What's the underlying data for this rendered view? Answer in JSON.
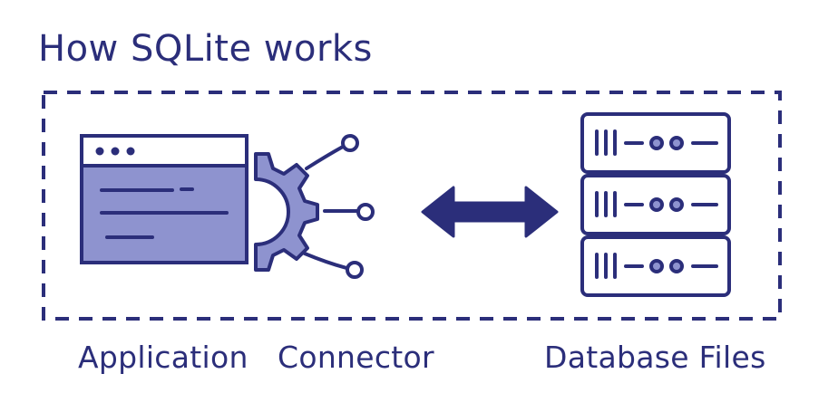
{
  "title": "How SQLite works",
  "labels": {
    "application": "Application",
    "connector": "Connector",
    "database_files": "Database Files"
  },
  "colors": {
    "ink": "#2b2e7a",
    "window_fill": "#8e93cf",
    "gear_fill": "#8e93cf",
    "background": "#ffffff"
  },
  "icons": {
    "application": "app-window-icon",
    "connector": "gear-connector-icon",
    "arrow": "double-arrow-icon",
    "database": "server-stack-icon"
  }
}
